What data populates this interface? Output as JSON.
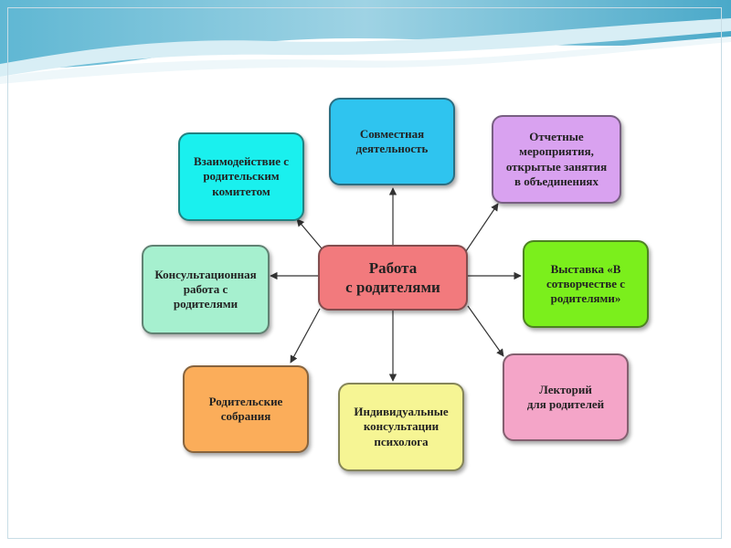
{
  "diagram": {
    "center": {
      "text": "Работа\nс родителями",
      "color": "#f27a7d"
    },
    "nodes": [
      {
        "id": "joint-activity",
        "text": "Совместная\nдеятельность",
        "color": "#2fc4ef"
      },
      {
        "id": "committee",
        "text": "Взаимодействие с\nродительским\nкомитетом",
        "color": "#1af0ee"
      },
      {
        "id": "report-events",
        "text": "Отчетные\nмероприятия,\nоткрытые занятия\nв объединениях",
        "color": "#d9a2f0"
      },
      {
        "id": "consulting-work",
        "text": "Консультационная\nработа с\nродителями",
        "color": "#a6f0cf"
      },
      {
        "id": "exhibition",
        "text": "Выставка «В\nсотворчестве с\nродителями»",
        "color": "#7bef1c"
      },
      {
        "id": "parent-meetings",
        "text": "Родительские\nсобрания",
        "color": "#fbad5a"
      },
      {
        "id": "individual-consult",
        "text": "Индивидуальные\nконсультации\nпсихолога",
        "color": "#f6f594"
      },
      {
        "id": "lecture-hall",
        "text": "Лекторий\nдля родителей",
        "color": "#f4a5c8"
      }
    ]
  },
  "colors": {
    "wave_dark": "#3aa6c8",
    "wave_light": "#bfe4ef",
    "connector": "#333333"
  }
}
